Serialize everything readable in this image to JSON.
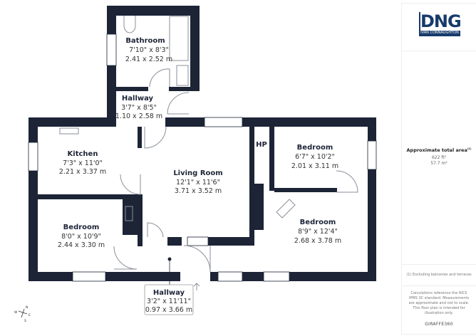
{
  "rooms": {
    "bathroom": {
      "name": "Bathroom",
      "imperial": "7'10\" x 8'3\"",
      "metric": "2.41 x 2.52 m"
    },
    "hallway_top": {
      "name": "Hallway",
      "imperial": "3'7\" x 8'5\"",
      "metric": "1.10 x 2.58 m"
    },
    "kitchen": {
      "name": "Kitchen",
      "imperial": "7'3\" x 11'0\"",
      "metric": "2.21 x 3.37 m"
    },
    "living_room": {
      "name": "Living Room",
      "imperial": "12'1\" x 11'6\"",
      "metric": "3.71 x 3.52 m"
    },
    "hp": {
      "name": "HP"
    },
    "bedroom_top_right": {
      "name": "Bedroom",
      "imperial": "6'7\" x 10'2\"",
      "metric": "2.01 x 3.11 m"
    },
    "bedroom_bottom_right": {
      "name": "Bedroom",
      "imperial": "8'9\" x 12'4\"",
      "metric": "2.68 x 3.78 m"
    },
    "bedroom_left": {
      "name": "Bedroom",
      "imperial": "8'0\" x 10'9\"",
      "metric": "2.44 x 3.30 m"
    },
    "hallway_bottom": {
      "name": "Hallway",
      "imperial": "3'2\" x 11'11\"",
      "metric": "0.97 x 3.66 m"
    }
  },
  "compass": {
    "n": "N",
    "e": "E",
    "s": "S",
    "w": "W"
  },
  "panel": {
    "logo": {
      "main": "DNG",
      "sub": "IVAN CONNAUGHTON",
      "color": "#173a6b"
    },
    "area_title": "Approximate total area",
    "area_note_mark": "(1)",
    "area_ft": "622 ft²",
    "area_m": "57.7 m²",
    "footnote": "(1) Excluding balconies and terraces",
    "disclaimer": "Calculations reference the RICS IPMS 3C standard. Measurements are approximate and not to scale. This floor plan is intended for illustration only.",
    "brand": "GIRAFFE360"
  },
  "colors": {
    "wall": "#1c2436",
    "brand": "#173a6b"
  }
}
